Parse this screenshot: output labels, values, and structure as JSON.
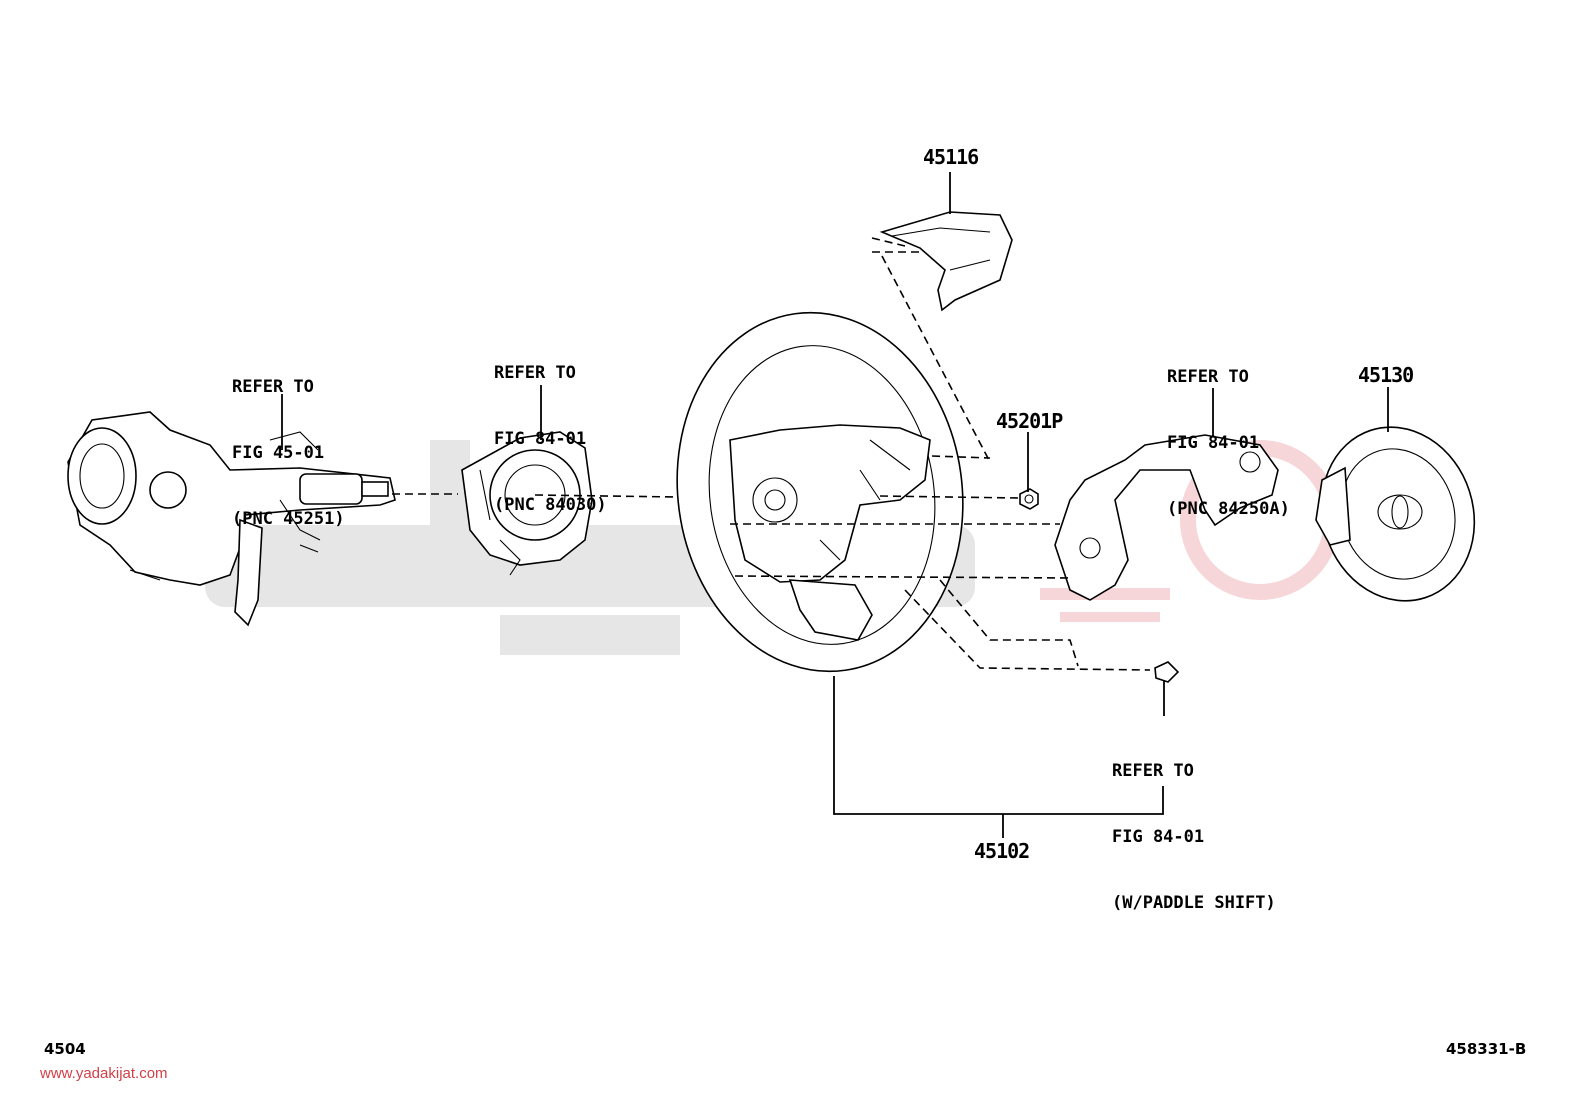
{
  "parts": {
    "p45116": "45116",
    "p45201p": "45201P",
    "p45130": "45130",
    "p45102": "45102"
  },
  "refs": {
    "column": [
      "REFER TO",
      "FIG 45-01",
      "(PNC 45251)"
    ],
    "spiral": [
      "REFER TO",
      "FIG 84-01",
      "(PNC 84030)"
    ],
    "switch": [
      "REFER TO",
      "FIG 84-01",
      "(PNC 84250A)"
    ],
    "paddle": [
      "REFER TO",
      "FIG 84-01",
      "(W/PADDLE SHIFT)"
    ]
  },
  "footer": {
    "page_code": "4504",
    "figure_code": "458331-B",
    "website": "www.yadakijat.com"
  },
  "colors": {
    "line": "#000000",
    "watermark_gray": "#e6e6e6",
    "watermark_red": "#f6d6d8",
    "website_text": "#d04048"
  }
}
